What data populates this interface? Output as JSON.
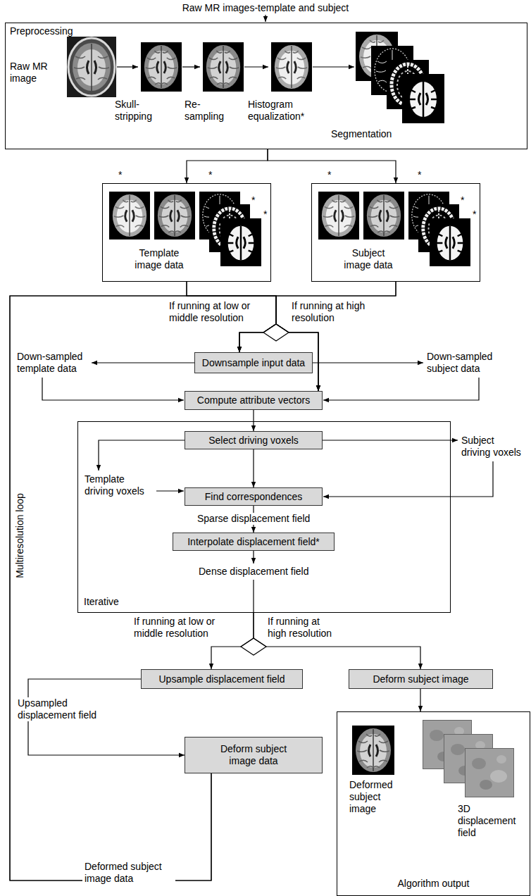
{
  "diagram": {
    "title": "Raw MR images-template and subject",
    "nodes": [
      {
        "text": [
          "Preprocessing"
        ]
      },
      {
        "text": [
          "Template image data"
        ]
      },
      {
        "text": [
          "Subject image data"
        ]
      },
      {
        "text": [
          "Downsample input data"
        ]
      },
      {
        "text": [
          "Compute attribute vectors"
        ]
      },
      {
        "text": [
          "Iterative"
        ]
      },
      {
        "text": [
          "Select driving voxels"
        ],
        "in": 5
      },
      {
        "text": [
          "Find correspondences"
        ],
        "in": 5
      },
      {
        "text": [
          "Interpolate displacement field*"
        ],
        "in": 5
      },
      {
        "text": [
          "Upsample displacement field"
        ]
      },
      {
        "text": [
          "Deform subject image"
        ]
      },
      {
        "text": [
          "Deform subject image data"
        ]
      },
      {
        "text": [
          "Algorithm output"
        ]
      }
    ],
    "edges": [
      {
        "from": 0,
        "to": 1,
        "arrow": "to"
      },
      {
        "from": 0,
        "to": 2,
        "arrow": "to"
      },
      {
        "from": 1,
        "to": 3,
        "arrow": "to"
      },
      {
        "from": 2,
        "to": 3,
        "arrow": "to"
      },
      {
        "from": 11,
        "to": 3,
        "arrow": "to"
      },
      {
        "from": 1,
        "to": 4,
        "arrow": "to"
      },
      {
        "from": 2,
        "to": 4,
        "arrow": "to"
      },
      {
        "from": 11,
        "to": 4,
        "arrow": "to"
      },
      {
        "from": 4,
        "to": 6,
        "arrow": "to"
      },
      {
        "from": 6,
        "to": 7,
        "arrow": "to"
      },
      {
        "from": 7,
        "to": 8,
        "label": "Sparse displacement field",
        "arrow": "to"
      },
      {
        "from": 5,
        "to": 9,
        "arrow": "to"
      },
      {
        "from": 5,
        "to": 10,
        "arrow": "to"
      },
      {
        "from": 9,
        "to": 11,
        "label": "Upsampled displacement field",
        "arrow": "to"
      },
      {
        "from": 10,
        "to": 12,
        "arrow": "to"
      }
    ],
    "labels": [
      "Raw MR image",
      "Skull- stripping",
      "Re- sampling",
      "Histogram equalization*",
      "Segmentation",
      "*",
      "*",
      "*",
      "*",
      "*",
      "*",
      "*",
      "*",
      "Multiresolution loop",
      "If running at low or middle resolution",
      "If running at high resolution",
      "Down-sampled template data",
      "Down-sampled subject data",
      "Template driving voxels",
      "Subject driving voxels",
      "Dense displacement field",
      "If running at low or middle resolution",
      "If running at high resolution",
      "Deformed subject image data",
      "Deformed subject image",
      "3D displacement field"
    ]
  }
}
